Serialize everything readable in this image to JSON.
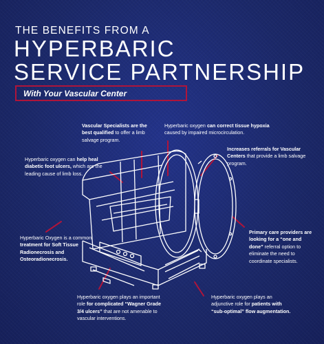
{
  "title": {
    "line1": "THE BENEFITS FROM A",
    "line2": "HYPERBARIC",
    "line3": "SERVICE PARTNERSHIP"
  },
  "subtitle": "With Your Vascular Center",
  "callouts": {
    "vascular_specialists": {
      "bold": "Vascular Specialists are the best qualified",
      "rest": " to offer a limb salvage program."
    },
    "tissue_hypoxia": {
      "pre": "Hyperbaric oxygen ",
      "bold": "can correct tissue hypoxia",
      "rest": " caused by impaired microcirculation."
    },
    "increases_referrals": {
      "bold": "Increases referrals for Vascular Centers",
      "rest": " that provide a limb salvage program."
    },
    "diabetic_foot": {
      "pre": "Hyperbaric oxygen can ",
      "bold": "help heal diabetic foot ulcers,",
      "rest": " which are the leading cause of limb loss."
    },
    "soft_tissue": {
      "pre": "Hyperbaric Oxygen is a common ",
      "bold": "treatment for Soft Tissue Radionecrosis and Osteoradionecrosis."
    },
    "primary_care": {
      "bold": "Primary care providers are looking for a “one and done”",
      "rest": " referral option to eliminate the need to coordinate specialists."
    },
    "wagner": {
      "pre": "Hyperbaric oxygen plays an important role ",
      "bold": "for complicated “Wagner Grade 3/4 ulcers”",
      "rest": " that are not amenable to vascular interventions."
    },
    "flow_augmentation": {
      "pre": "Hyperbaric oxygen plays an adjunctive role for ",
      "bold": "patients with “sub-optimal” flow augmentation."
    }
  },
  "icons": [
    "hyperbaric-chamber-illustration"
  ],
  "colors": {
    "background": "#1c2a6e",
    "accent": "#b0143a",
    "text": "#ffffff"
  }
}
